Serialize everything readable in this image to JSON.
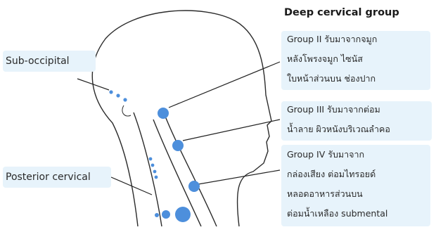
{
  "title": "Deep cervical group",
  "labels": {
    "sub_occipital": "Sub-occipital",
    "posterior_cervical": "Posterior cervical"
  },
  "groups": [
    {
      "lines": [
        "Group II รับมาจากจมูก",
        "หลังโพรงจมูก ไซนัส",
        "ใบหน้าส่วนบน ช่องปาก"
      ]
    },
    {
      "lines": [
        "Group III รับมาจากต่อม",
        "น้ำลาย ผิวหนังบริเวณลำคอ"
      ]
    },
    {
      "lines": [
        "Group IV รับมาจาก",
        "กล่องเสียง ต่อมไทรอยด์",
        "หลอดอาหารส่วนบน",
        "ต่อมน้ำเหลือง submental"
      ]
    }
  ],
  "colors": {
    "node": "#4d8fdc",
    "outline": "#2b2b2b",
    "label_box": "#e7f3fb"
  }
}
